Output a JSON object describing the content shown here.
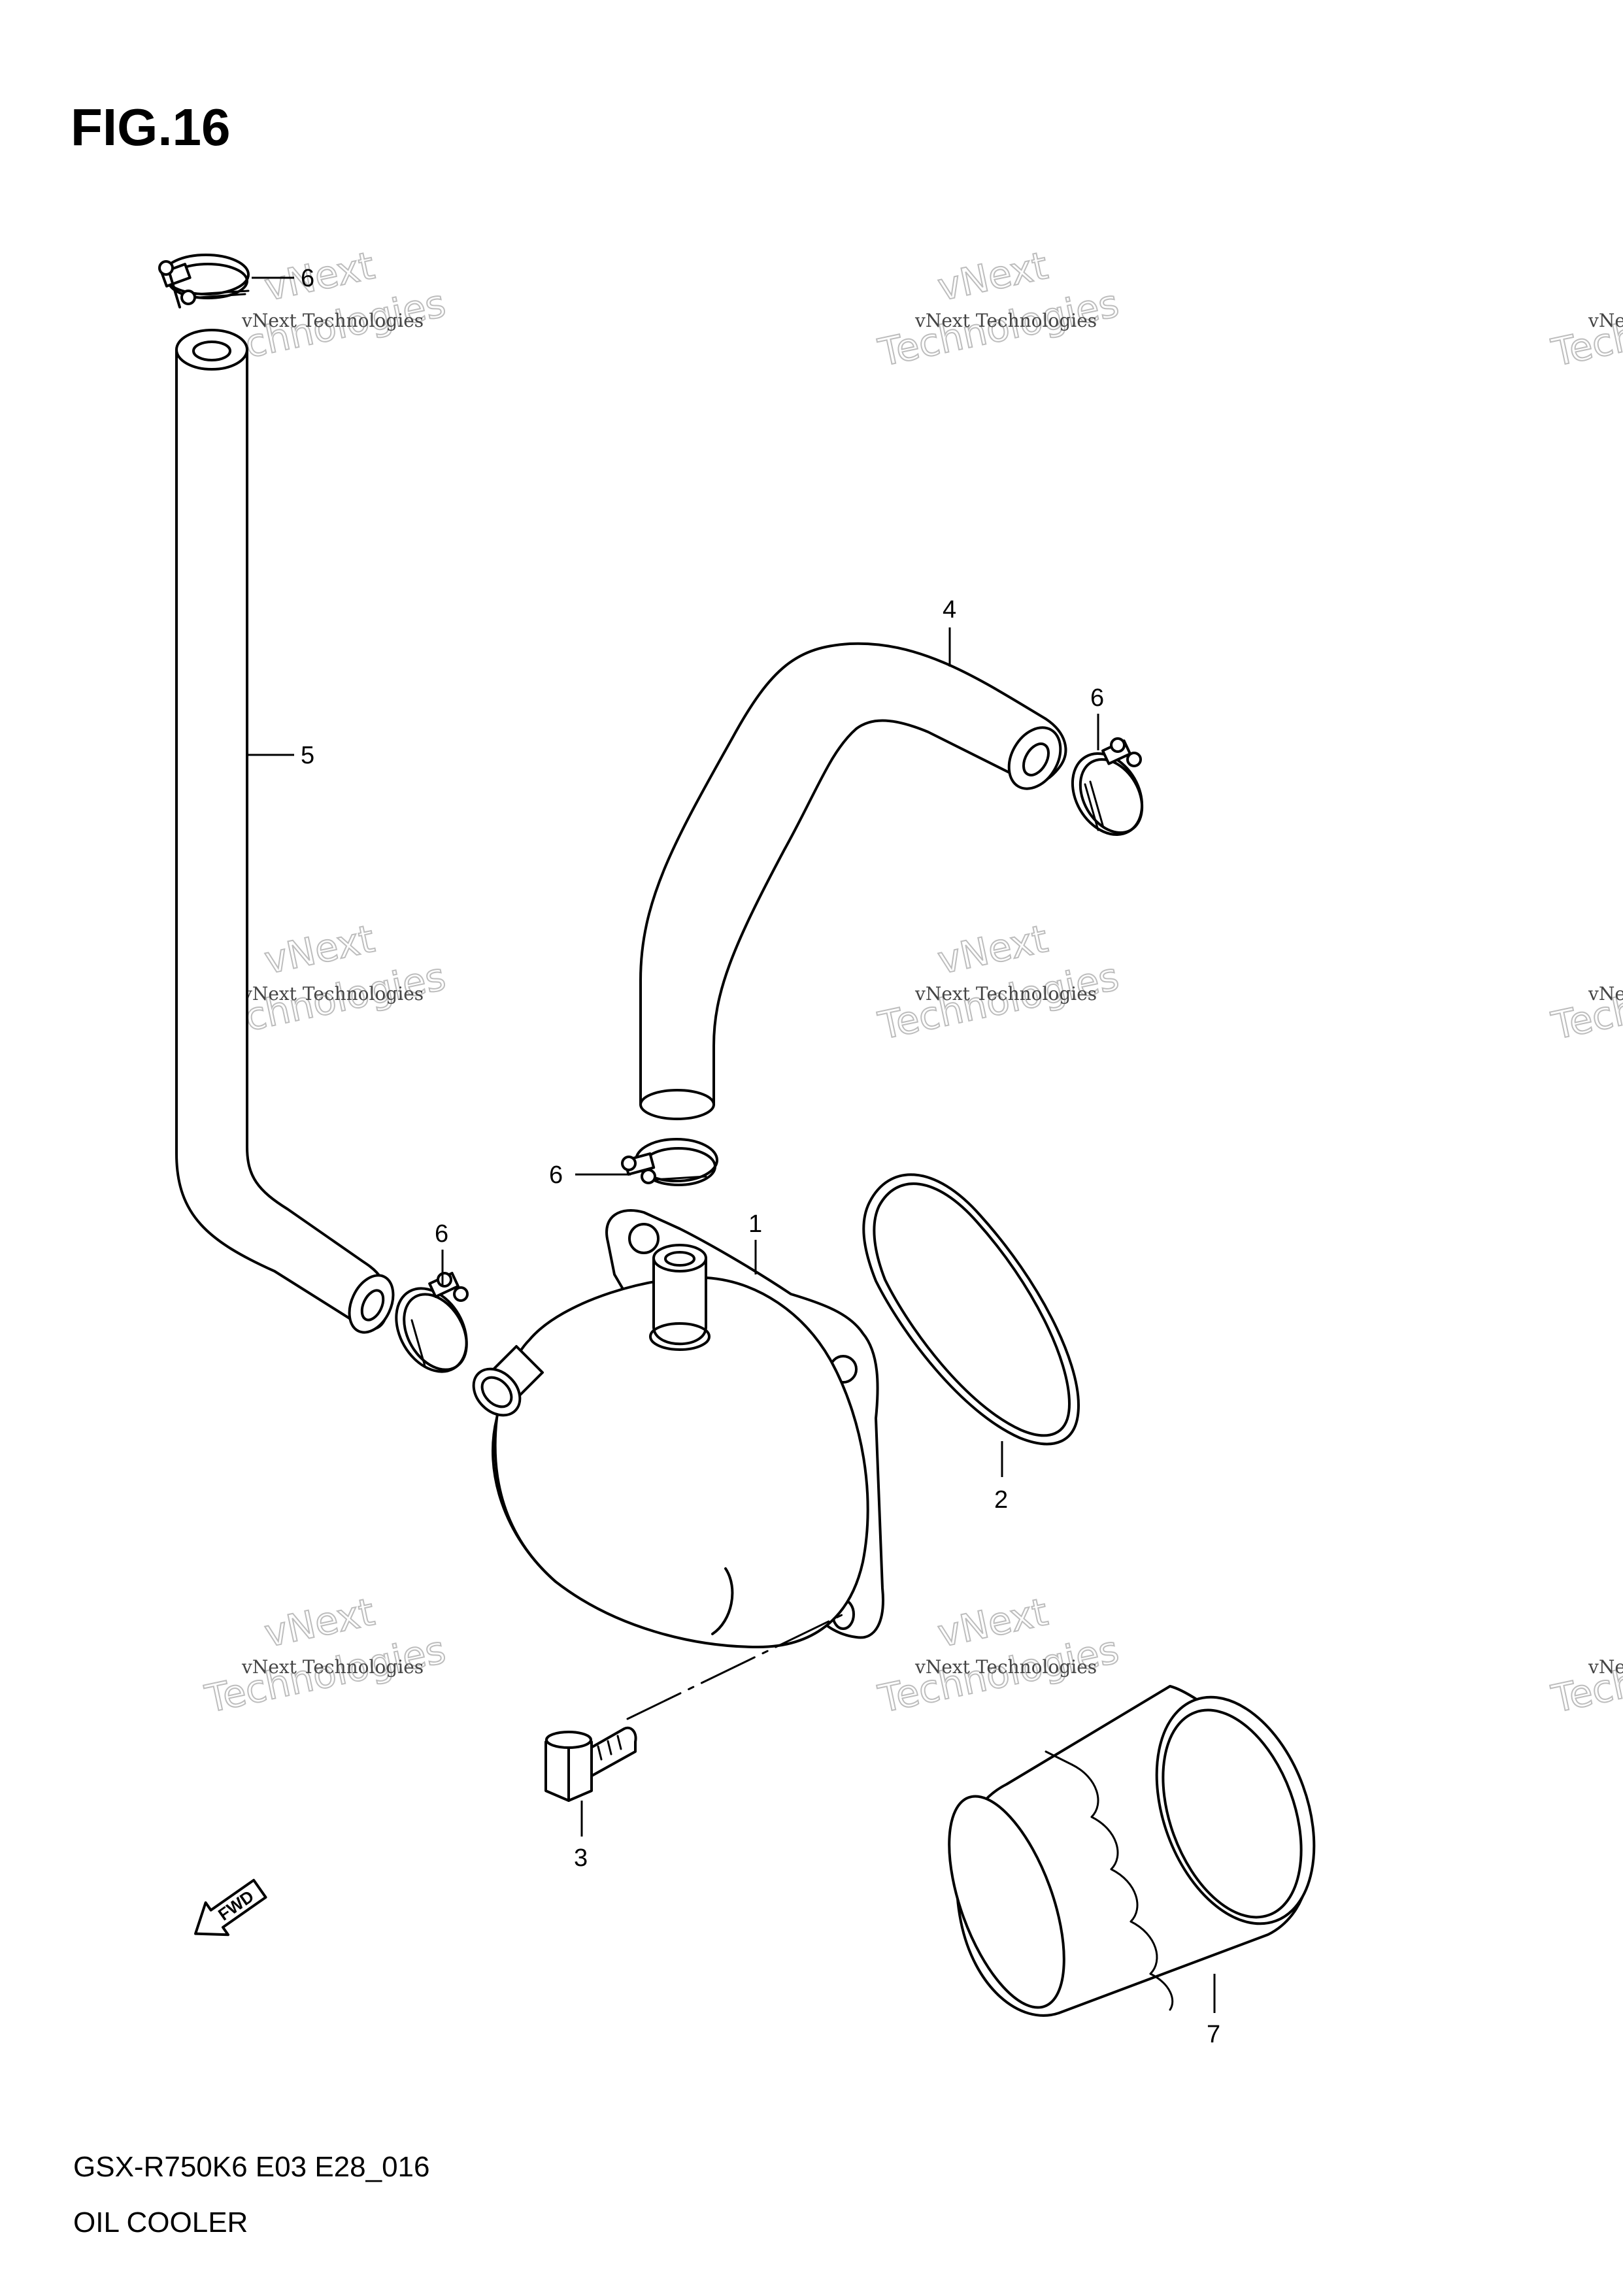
{
  "figure": {
    "title": "FIG.16",
    "model_code": "GSX-R750K6 E03 E28_016",
    "caption": "OIL COOLER"
  },
  "callouts": {
    "c1": "1",
    "c2": "2",
    "c3": "3",
    "c4": "4",
    "c5": "5",
    "c6a": "6",
    "c6b": "6",
    "c6c": "6",
    "c6d": "6",
    "c7": "7"
  },
  "fwd_label": "FWD",
  "watermark": {
    "line_small": "vNext Technologies",
    "line_big_1": "vNext",
    "line_big_2": "Technologies"
  }
}
